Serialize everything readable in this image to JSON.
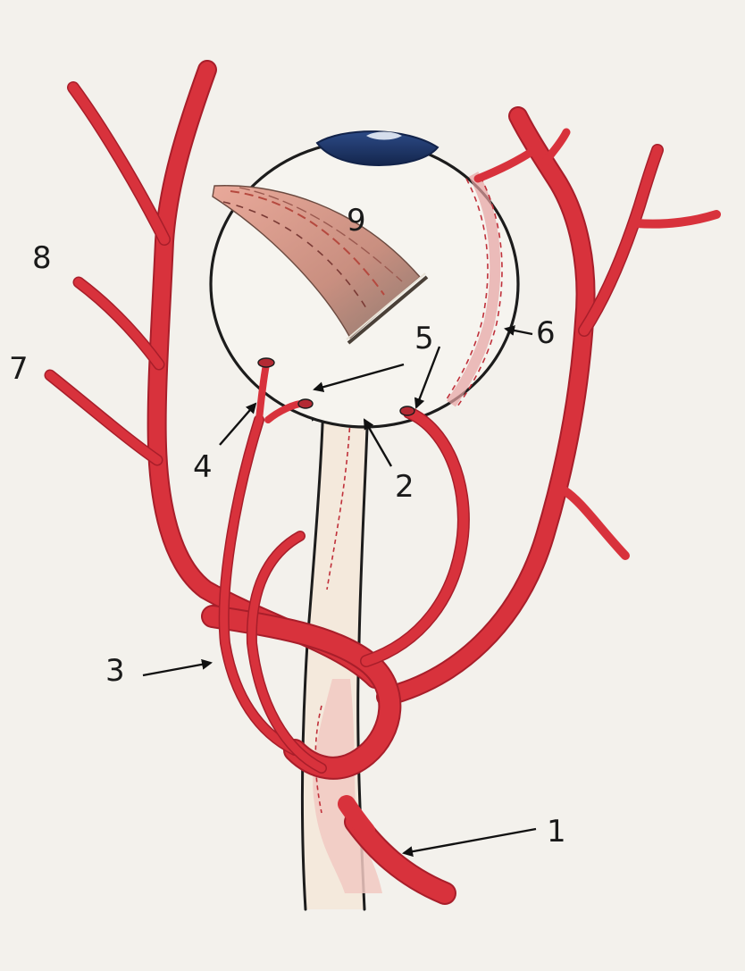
{
  "labels": {
    "1": "1",
    "2": "2",
    "3": "3",
    "4": "4",
    "5": "5",
    "6": "6",
    "7": "7",
    "8": "8",
    "9": "9"
  },
  "colors": {
    "artery": "#d8323c",
    "nerve": "#f1c9c2",
    "iris": "#1f3566",
    "paper": "#f3f1ec"
  }
}
